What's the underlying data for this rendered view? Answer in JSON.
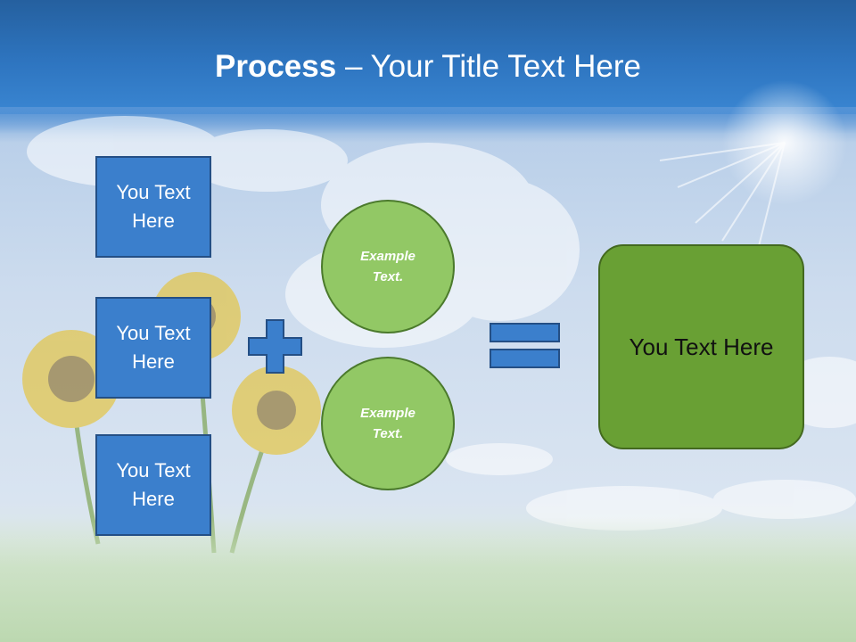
{
  "title": {
    "bold": "Process",
    "rest": " – Your Title Text Here"
  },
  "left_boxes": [
    {
      "line1": "You Text",
      "line2": "Here"
    },
    {
      "line1": "You Text",
      "line2": "Here"
    },
    {
      "line1": "You Text",
      "line2": "Here"
    }
  ],
  "circles": [
    {
      "line1": "Example",
      "line2": "Text."
    },
    {
      "line1": "Example",
      "line2": "Text."
    }
  ],
  "result": {
    "label": "You Text Here"
  },
  "colors": {
    "header_blue": "#2e75c0",
    "box_blue": "#3b7fcc",
    "circle_green": "#92c865",
    "result_green": "#69a034"
  }
}
